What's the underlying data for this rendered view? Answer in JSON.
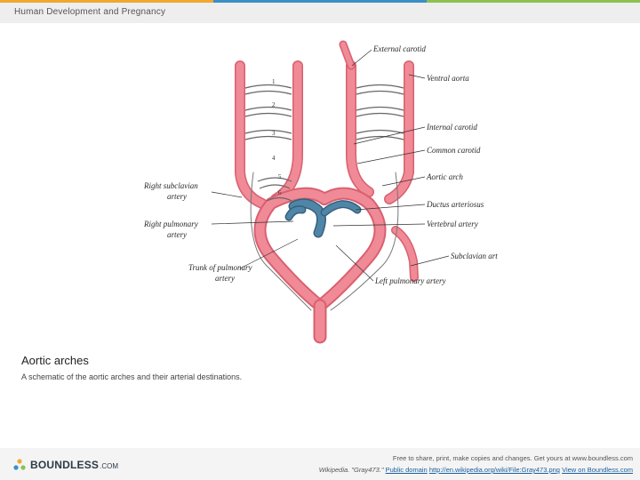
{
  "header": {
    "title": "Human Development and Pregnancy"
  },
  "figure": {
    "labels": {
      "external_carotid": "External carotid",
      "ventral_aorta": "Ventral aorta",
      "internal_carotid": "Internal carotid",
      "common_carotid": "Common carotid",
      "aortic_arch": "Aortic arch",
      "ductus_arteriosus": "Ductus arteriosus",
      "vertebral_artery": "Vertebral artery",
      "subclavian_artery": "Subclavian artery",
      "left_pulmonary_artery": "Left pulmonary artery",
      "right_subclavian_line1": "Right subclavian",
      "right_subclavian_line2": "artery",
      "right_pulmonary_line1": "Right pulmonary",
      "right_pulmonary_line2": "artery",
      "trunk_line1": "Trunk of pulmonary",
      "trunk_line2": "artery"
    },
    "arch_numbers": [
      "1",
      "2",
      "3",
      "4",
      "5",
      "6"
    ]
  },
  "caption": {
    "title": "Aortic arches",
    "text": "A schematic of the aortic arches and their arterial destinations."
  },
  "footer": {
    "logo_text": "BOUNDLESS",
    "logo_suffix": ".COM",
    "share_text": "Free to share, print, make copies and changes. Get yours at www.boundless.com",
    "source": "Wikipedia. \"Gray473.\"",
    "license": "Public domain",
    "url": "http://en.wikipedia.org/wiki/File:Gray473.png",
    "view_link": "View on Boundless.com"
  },
  "colors": {
    "artery": "#f08a96",
    "artery_edge": "#d9606f",
    "pulmonary": "#4f86a8",
    "stripe_orange": "#f0a830",
    "stripe_blue": "#3a8fc8",
    "stripe_green": "#8cc152"
  }
}
